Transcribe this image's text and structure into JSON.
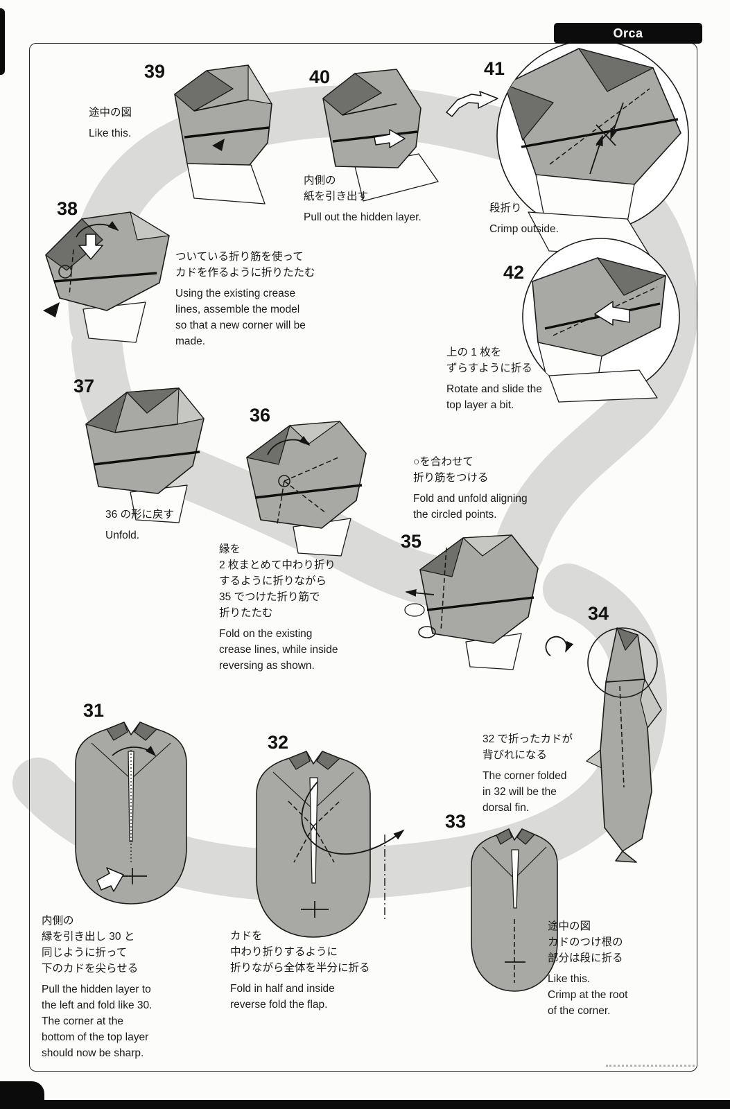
{
  "page": {
    "tab_label": "Orca"
  },
  "steps": [
    {
      "num": "31",
      "jp": "内側の\n縁を引き出し 30 と\n同じように折って\n下のカドを尖らせる",
      "en": "Pull the hidden layer to\nthe left and fold like 30.\nThe corner at the\nbottom of the top layer\nshould now be sharp."
    },
    {
      "num": "32",
      "jp": "カドを\n中わり折りするように\n折りながら全体を半分に折る",
      "en": "Fold in half and inside\nreverse fold the flap."
    },
    {
      "num": "33",
      "jp": "途中の図\nカドのつけ根の\n部分は段に折る",
      "en": "Like this.\nCrimp at the root\nof the corner."
    },
    {
      "num": "34",
      "jp": "32 で折ったカドが\n背びれになる",
      "en": "The corner folded\nin 32 will be the\ndorsal fin."
    },
    {
      "num": "35",
      "jp": "○を合わせて\n折り筋をつける",
      "en": "Fold and unfold aligning\nthe circled points."
    },
    {
      "num": "36",
      "jp": "縁を\n2 枚まとめて中わり折り\nするように折りながら\n35 でつけた折り筋で\n折りたたむ",
      "en": "Fold on the existing\ncrease lines, while inside\nreversing as shown."
    },
    {
      "num": "37",
      "jp": "36 の形に戻す",
      "en": "Unfold."
    },
    {
      "num": "38",
      "jp": "ついている折り筋を使って\nカドを作るように折りたたむ",
      "en": "Using the existing crease\nlines, assemble the model\nso that a new corner will be\nmade."
    },
    {
      "num": "39",
      "jp": "途中の図",
      "en": "Like this."
    },
    {
      "num": "40",
      "jp": "内側の\n紙を引き出す",
      "en": "Pull out the hidden layer."
    },
    {
      "num": "41",
      "jp": "段折り",
      "en": "Crimp outside."
    },
    {
      "num": "42",
      "jp": "上の 1 枚を\nずらすように折る",
      "en": "Rotate and slide the\ntop layer a bit."
    }
  ]
}
